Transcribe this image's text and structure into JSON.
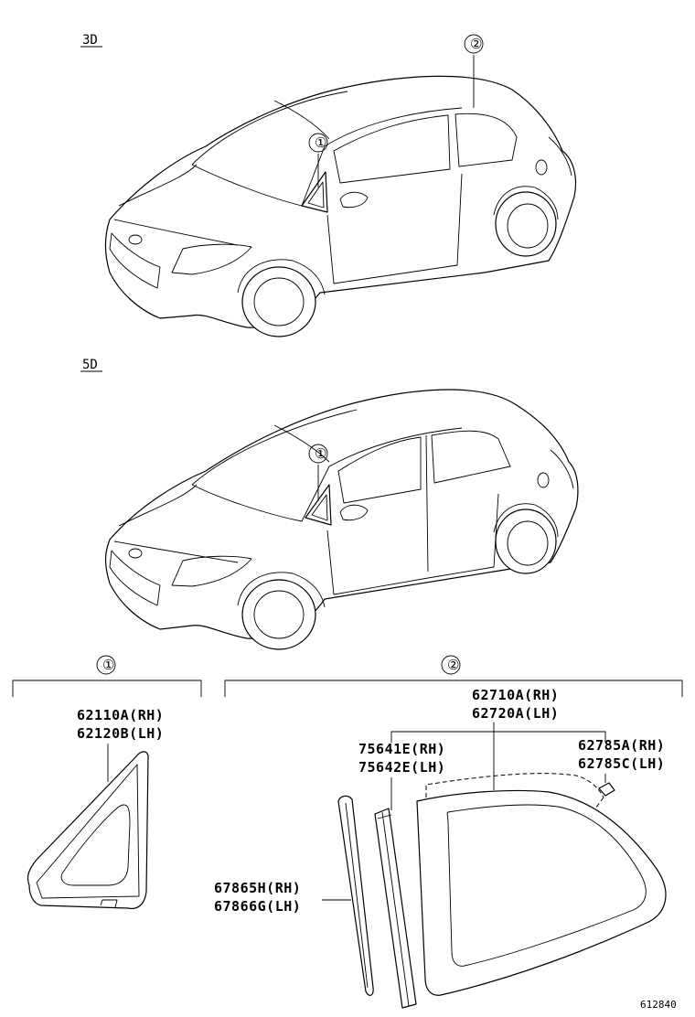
{
  "variants": {
    "three_door": "3D",
    "five_door": "5D"
  },
  "callouts": {
    "one": "①",
    "two": "②"
  },
  "group1": {
    "marker": "①",
    "parts": [
      "62110A(RH)",
      "62120B(LH)"
    ]
  },
  "group2": {
    "marker": "②",
    "glass": [
      "62710A(RH)",
      "62720A(LH)"
    ],
    "weatherstrip": [
      "75641E(RH)",
      "75642E(LH)"
    ],
    "clip": [
      "62785A(RH)",
      "62785C(LH)"
    ],
    "moulding": [
      "67865H(RH)",
      "67866G(LH)"
    ]
  },
  "diagram_ref": "612840"
}
